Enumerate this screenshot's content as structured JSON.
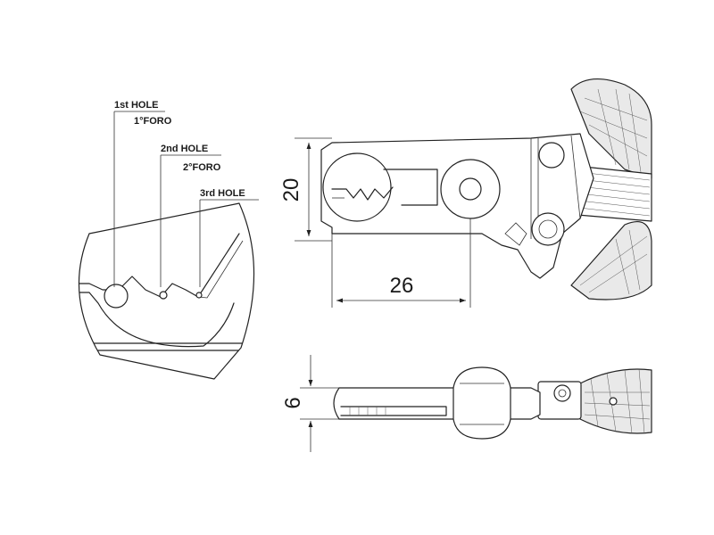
{
  "detail": {
    "labels": [
      {
        "en": "1st HOLE",
        "it": "1°FORO"
      },
      {
        "en": "2nd HOLE",
        "it": "2°FORO"
      },
      {
        "en": "3rd HOLE",
        "it": ""
      }
    ]
  },
  "dimensions": {
    "jaw_height": "20",
    "jaw_length": "26",
    "thickness": "6"
  }
}
